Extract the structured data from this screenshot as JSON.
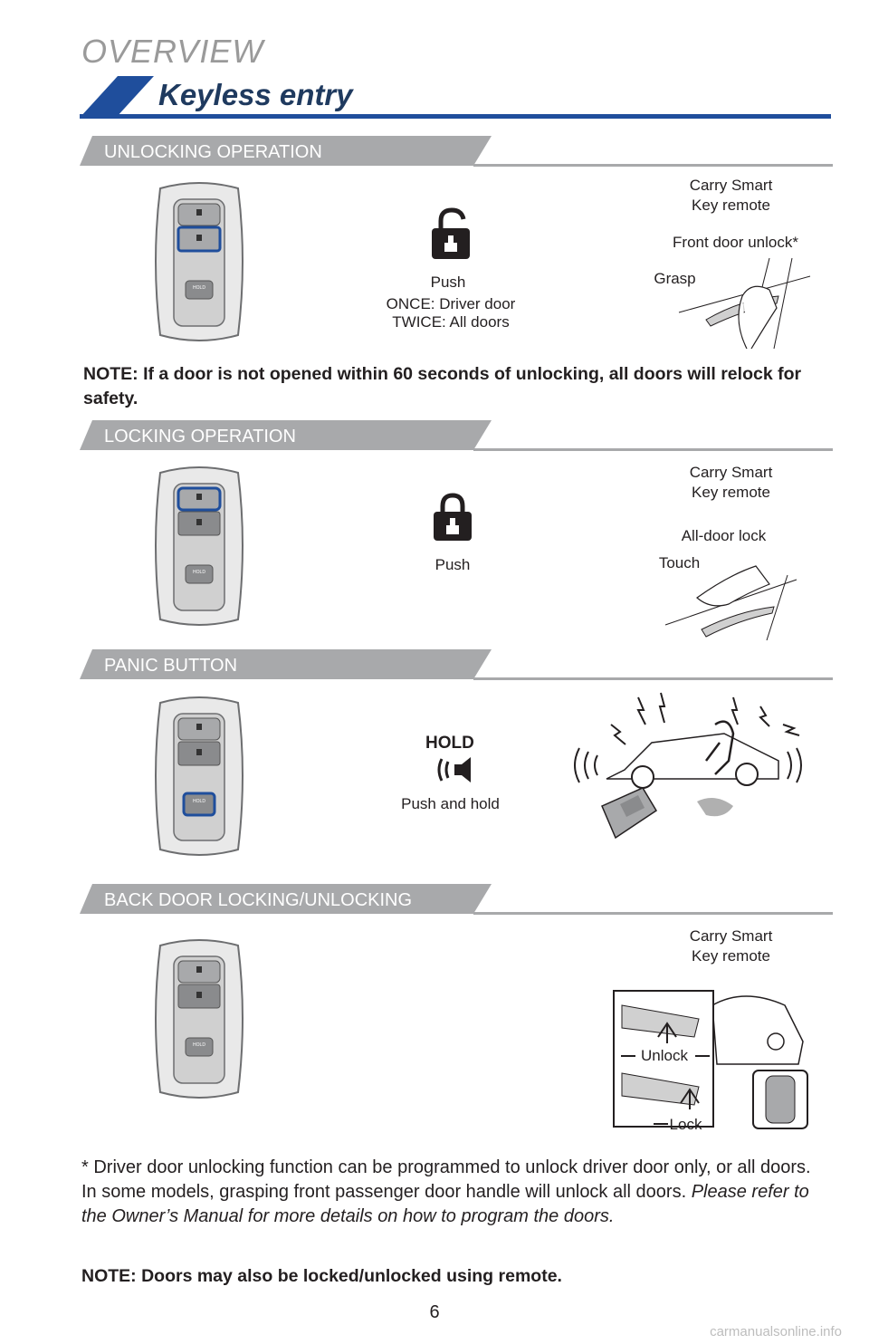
{
  "header": {
    "section": "OVERVIEW",
    "title": "Keyless entry"
  },
  "colors": {
    "brand_blue": "#1f4e9c",
    "section_gray": "#a8a9ab",
    "dark_blue": "#1f3a5f"
  },
  "unlocking": {
    "label": "UNLOCKING OPERATION",
    "push": "Push",
    "once": "ONCE: Driver door",
    "twice": "TWICE: All doors",
    "carry": "Carry Smart",
    "carry2": "Key remote",
    "front": "Front door unlock*",
    "grasp": "Grasp"
  },
  "note_unlock": "NOTE: If a door is not opened within 60 seconds of unlocking, all doors will relock for safety.",
  "locking": {
    "label": "LOCKING OPERATION",
    "push": "Push",
    "carry": "Carry Smart",
    "carry2": "Key remote",
    "alldoor": "All-door lock",
    "touch": "Touch"
  },
  "panic": {
    "label": "PANIC BUTTON",
    "hold": "HOLD",
    "push_hold": "Push and hold"
  },
  "back": {
    "label": "BACK DOOR LOCKING/UNLOCKING",
    "carry": "Carry Smart",
    "carry2": "Key remote",
    "unlock": "Unlock",
    "lock": "Lock"
  },
  "footnote": {
    "text": "* Driver door unlocking function can be programmed to unlock driver door only, or all doors. In some models, grasping front passenger door handle will unlock all doors.",
    "italic": "Please refer to the Owner’s Manual for more details on how to program the doors."
  },
  "note_remote": "NOTE: Doors may also be locked/unlocked using remote.",
  "page_number": "6",
  "watermark": "carmanualsonline.info",
  "key_button_hold": "HOLD"
}
